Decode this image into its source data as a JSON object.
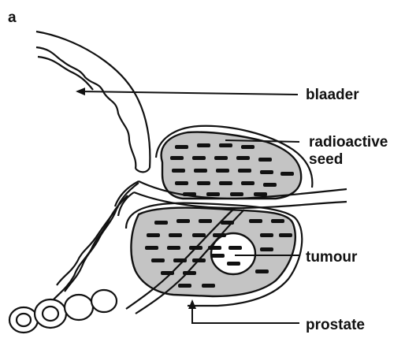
{
  "figure": {
    "panel_letter": "a",
    "labels": {
      "bladder": "blaader",
      "seed_line1": "radioactive",
      "seed_line2": "seed",
      "tumour": "tumour",
      "prostate": "prostate"
    }
  },
  "colors": {
    "line": "#111111",
    "tissue_fill": "#c4c4c4",
    "seed": "#111111",
    "background": "#ffffff"
  }
}
